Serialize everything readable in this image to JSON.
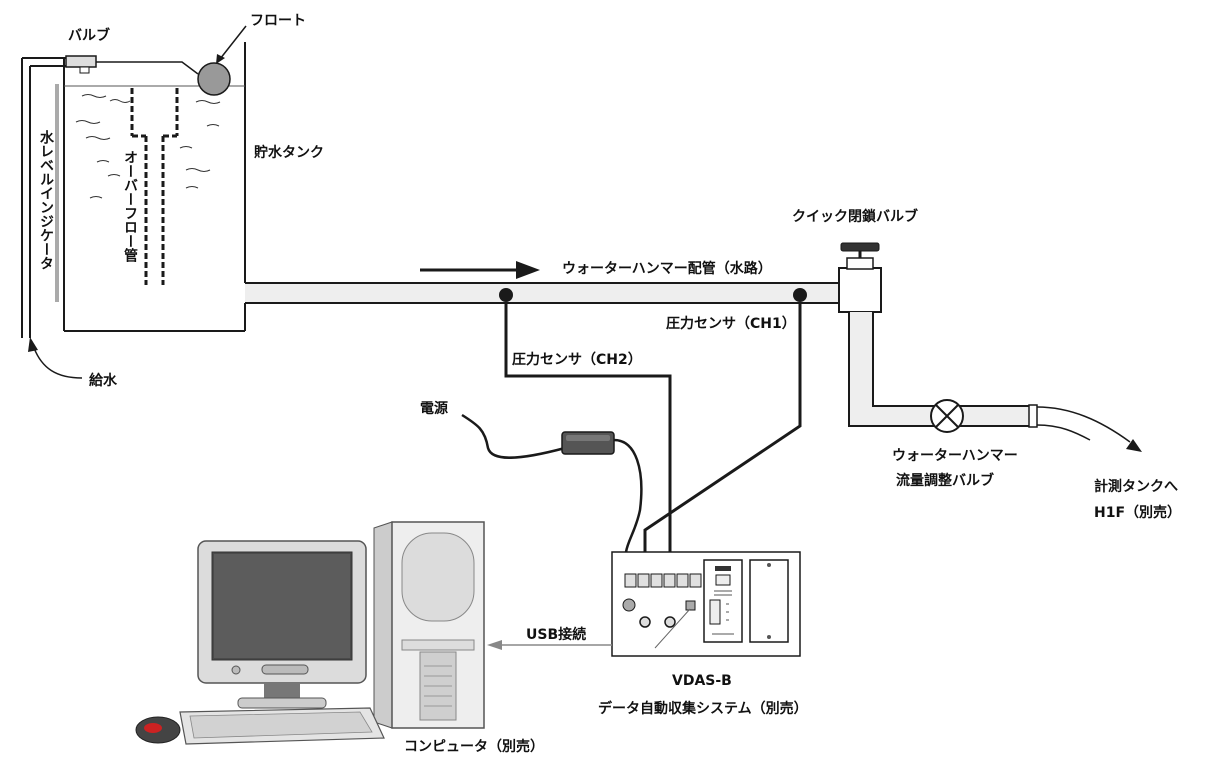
{
  "labels": {
    "valve": "バルブ",
    "float": "フロート",
    "tank": "貯水タンク",
    "water_level": "水レベルインジケータ",
    "overflow": "オーバーフロー管",
    "supply": "給水",
    "pipe": "ウォーターハンマー配管（水路）",
    "quick_valve": "クイック閉鎖バルブ",
    "sensor_ch1": "圧力センサ（CH1）",
    "sensor_ch2": "圧力センサ（CH2）",
    "power": "電源",
    "flow_valve_1": "ウォーターハンマー",
    "flow_valve_2": "流量調整バルブ",
    "to_tank_1": "計測タンクへ",
    "to_tank_2": "H1F（別売）",
    "usb": "USB接続",
    "vdas_1": "VDAS-B",
    "vdas_2": "データ自動収集システム（別売）",
    "computer": "コンピュータ（別売）"
  },
  "colors": {
    "line": "#1a1a1a",
    "pipe_fill": "#eeeeee",
    "float_fill": "#999999",
    "usb_arrow": "#888888"
  }
}
